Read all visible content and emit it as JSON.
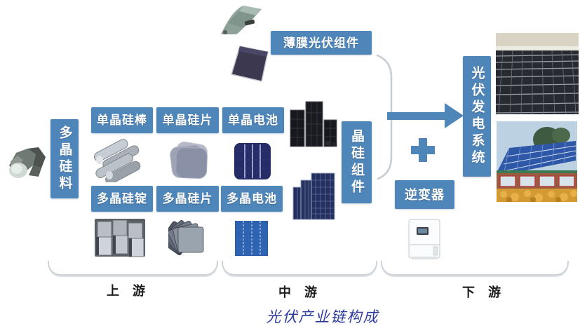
{
  "caption": "光伏产业链构成",
  "stages": {
    "upstream": "上 游",
    "midstream": "中 游",
    "downstream": "下 游"
  },
  "labels": {
    "poly_silicon_material": "多晶硅料",
    "mono_silicon_rod": "单晶硅棒",
    "mono_silicon_wafer": "单晶硅片",
    "poly_silicon_ingot": "多晶硅锭",
    "poly_silicon_wafer": "多晶硅片",
    "mono_cell": "单晶电池",
    "poly_cell": "多晶电池",
    "thin_film_module": "薄膜光伏组件",
    "crystalline_silicon_module": "晶硅组件",
    "inverter": "逆变器",
    "pv_power_system": "光伏发电系统"
  },
  "icons": {
    "flow_arrow": "arrow-right-icon",
    "plus": "plus-icon",
    "module_group_brace": "right-brace-icon"
  },
  "images": {
    "polysilicon_chunks": "polysilicon-chunks-photo",
    "flexible_thin_film": "flexible-thin-film-panel-photo",
    "rigid_thin_film": "thin-film-panel-photo",
    "mono_rods": "mono-silicon-rods-photo",
    "mono_wafers": "mono-silicon-wafers-photo",
    "mono_cell": "mono-cell-photo",
    "mono_modules": "mono-modules-photo",
    "poly_ingots": "poly-silicon-ingots-photo",
    "poly_wafers": "poly-silicon-wafers-photo",
    "poly_cell": "poly-cell-photo",
    "poly_modules": "poly-modules-photo",
    "solar_farm": "ground-solar-farm-photo",
    "rooftop": "rooftop-pv-photo",
    "inverter_device": "inverter-device-photo"
  },
  "colors": {
    "label_box": "#4f86ba",
    "label_text": "#ffffff",
    "connector_blue": "#4f86ba",
    "brace_gray": "#cdd3d9",
    "caption_blue": "#2b3a9d",
    "stage_label": "#1c1c1c"
  }
}
